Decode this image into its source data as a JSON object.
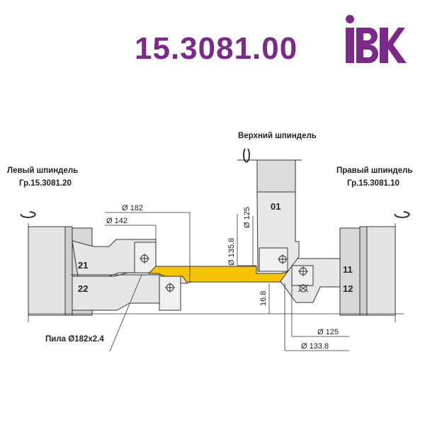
{
  "title": "15.3081.00",
  "logo": {
    "text": "iBK",
    "color": "#7b2a8a"
  },
  "spindles": {
    "top": {
      "label": "Верхний шпиндель"
    },
    "left": {
      "label": "Левый шпиндель",
      "group": "Гр.15.3081.20"
    },
    "right": {
      "label": "Правый шпиндель",
      "group": "Гр.15.3081.10"
    }
  },
  "cutters": {
    "top": "01",
    "left_upper": "21",
    "left_lower": "22",
    "right_upper": "11",
    "right_lower": "12"
  },
  "dimensions": {
    "d182": "Ø 182",
    "d142": "Ø 142",
    "d135_8": "Ø 135.8",
    "d125_top": "Ø 125",
    "h16_8": "16.8",
    "d125_bottom": "Ø 125",
    "d133_8": "Ø 133.8"
  },
  "saw_label": "Пила Ø182x2.4",
  "colors": {
    "workpiece": "#f5c400",
    "tool": "#d8d8d8",
    "accent": "#7b2a8a"
  }
}
